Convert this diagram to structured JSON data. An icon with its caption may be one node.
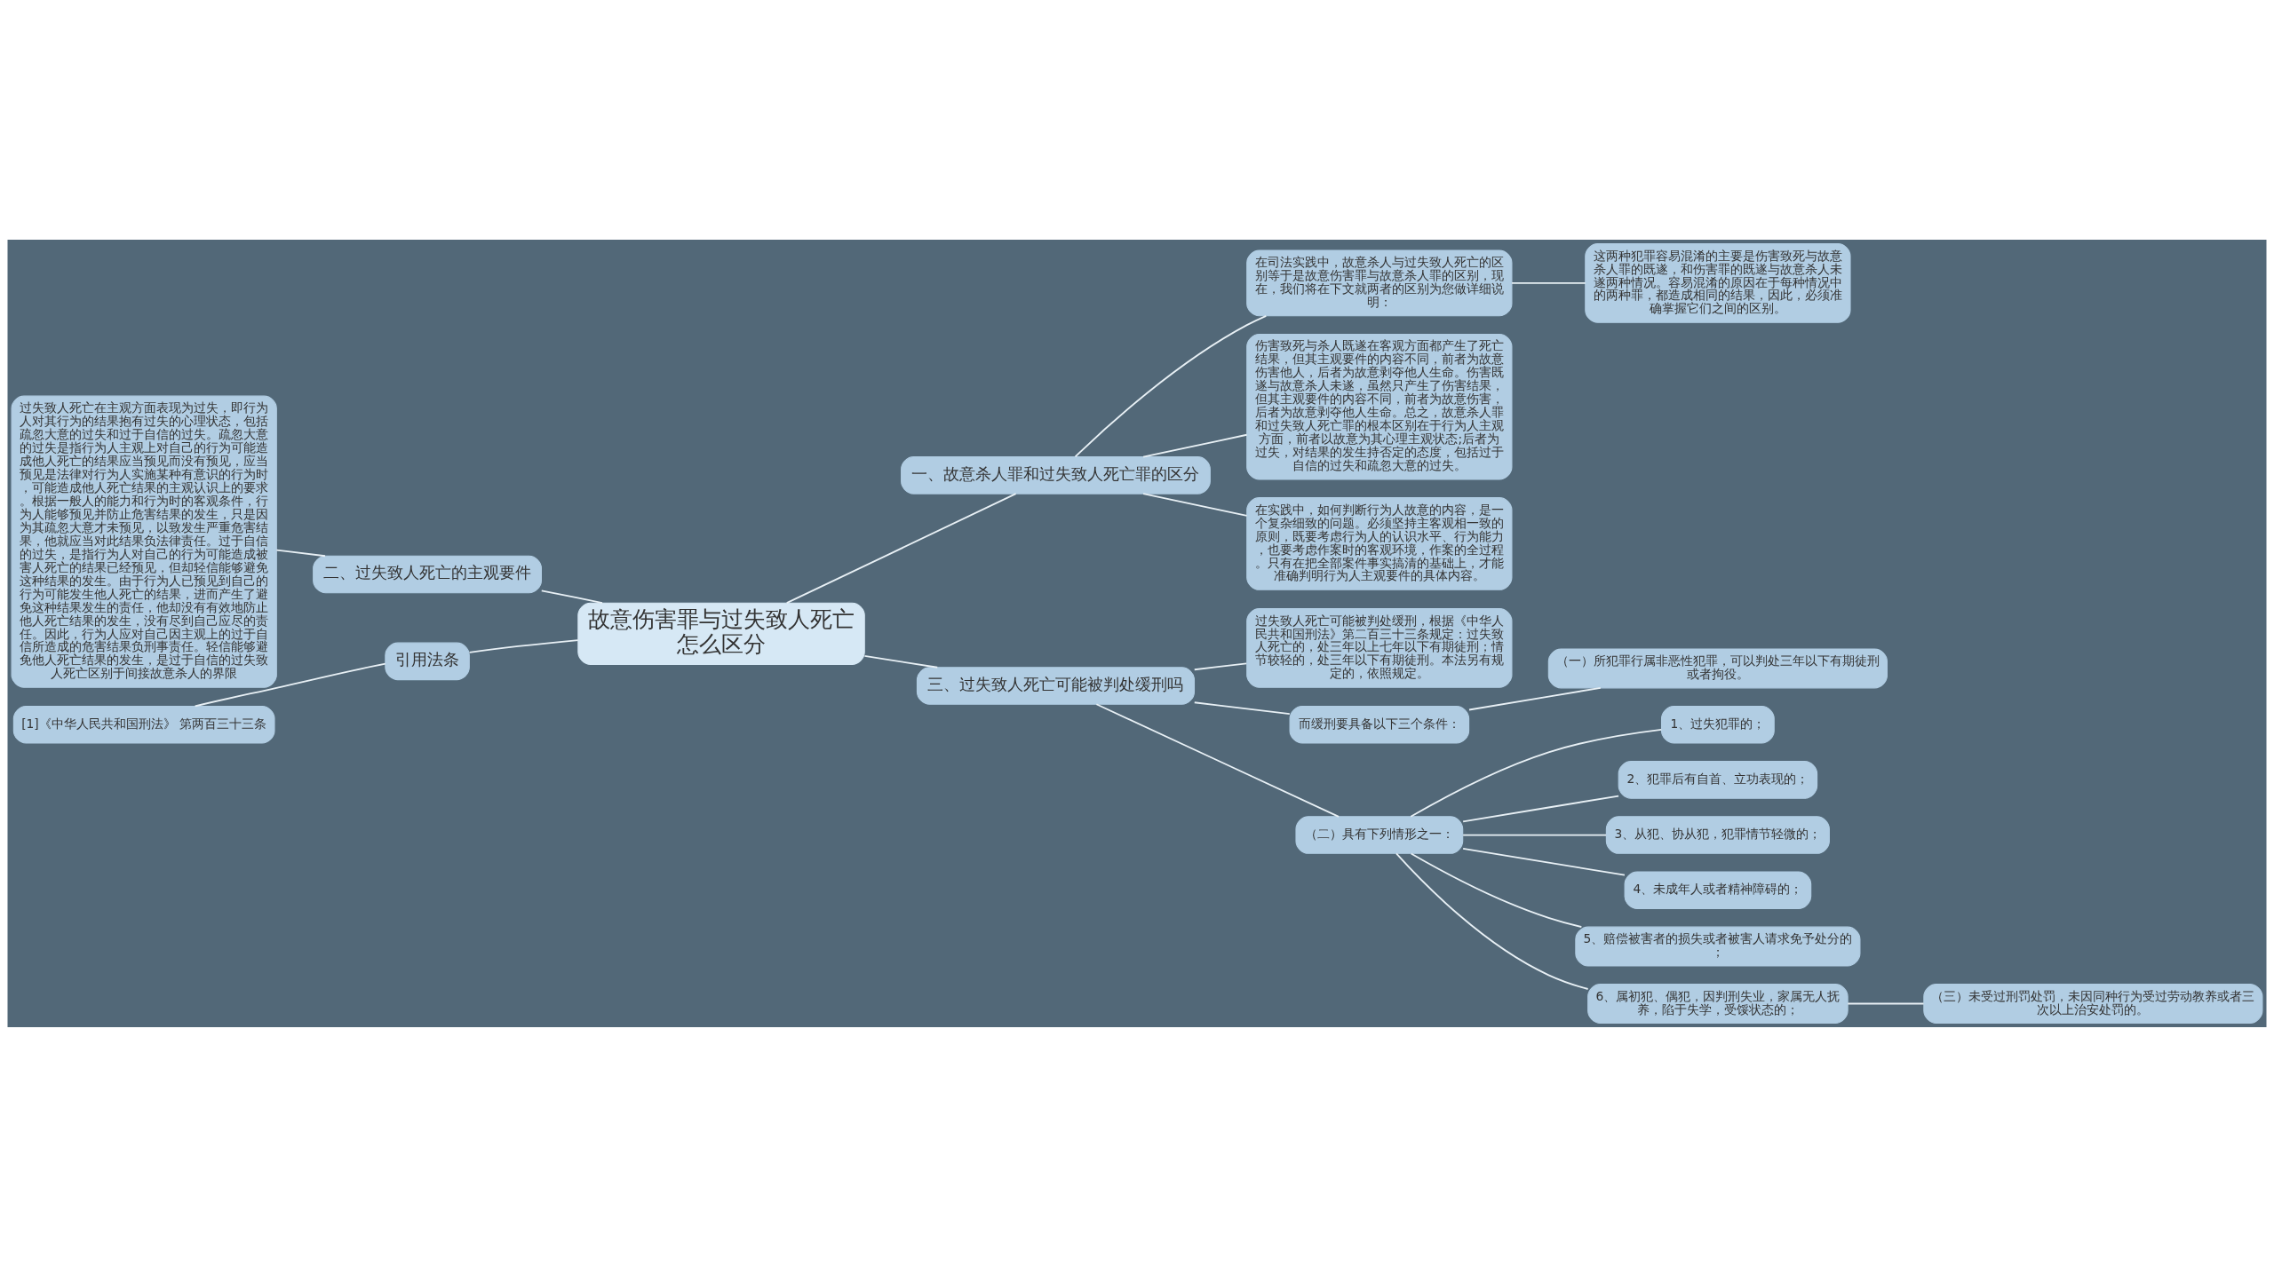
{
  "diagram": {
    "nodes": [
      {
        "text": [
          "故意伤害罪与过失致人死亡怎么区分"
        ]
      },
      {
        "text": [
          "一、故意杀人罪和过失致人死亡罪的区分"
        ]
      },
      {
        "text": [
          "在司法实践中，故意杀人与过失致人死亡的区别等于是故意伤害罪与故意杀人罪的区别，现在，我们将在下文就两者的区别为您做详细说明："
        ]
      },
      {
        "text": [
          "这两种犯罪容易混淆的主要是伤害致死与故意杀人罪的既遂，和伤害罪的既遂与故意杀人未遂两种情况。容易混淆的原因在于每种情况中的两种罪，都造成相同的结果，因此，必须准确掌握它们之间的区别。"
        ]
      },
      {
        "text": [
          "伤害致死与杀人既遂在客观方面都产生了死亡结果，但其主观要件的内容不同，前者为故意伤害他人，后者为故意剥夺他人生命。伤害既遂与故意杀人未遂，虽然只产生了伤害结果，但其主观要件的内容不同，前者为故意伤害，后者为故意剥夺他人生命。总之，故意杀人罪和过失致人死亡罪的根本区别在于行为人主观方面，前者以故意为其心理主观状态;后者为过失，对结果的发生持否定的态度，包括过于自信的过失和疏忽大意的过失。"
        ]
      },
      {
        "text": [
          "在实践中，如何判断行为人故意的内容，是一个复杂细致的问题。必须坚持主客观相一致的原则，既要考虑行为人的认识水平、行为能力，也要考虑作案时的客观环境，作案的全过程。只有在把全部案件事实搞清的基础上，才能准确判明行为人主观要件的具体内容。"
        ]
      },
      {
        "text": [
          "三、过失致人死亡可能被判处缓刑吗"
        ]
      },
      {
        "text": [
          "过失致人死亡可能被判处缓刑，根据《中华人民共和国刑法》第二百三十三条规定：过失致人死亡的，处三年以上七年以下有期徒刑；情节较轻的，处三年以下有期徒刑。本法另有规定的，依照规定。"
        ]
      },
      {
        "text": [
          "而缓刑要具备以下三个条件："
        ]
      },
      {
        "text": [
          "（一）所犯罪行属非恶性犯罪，可以判处三年以下有期徒刑或者拘役。"
        ]
      },
      {
        "text": [
          "（二）具有下列情形之一："
        ]
      },
      {
        "text": [
          "1、过失犯罪的；"
        ]
      },
      {
        "text": [
          "2、犯罪后有自首、立功表现的；"
        ]
      },
      {
        "text": [
          "3、从犯、协从犯，犯罪情节轻微的；"
        ]
      },
      {
        "text": [
          "4、未成年人或者精神障碍的；"
        ]
      },
      {
        "text": [
          "5、赔偿被害者的损失或者被害人请求免予处分的；"
        ]
      },
      {
        "text": [
          "6、属初犯、偶犯，因判刑失业，家属无人抚养，陷于失学，受馁状态的；"
        ]
      },
      {
        "text": [
          "（三）未受过刑罚处罚，未因同种行为受过劳动教养或者三次以上治安处罚的。"
        ]
      },
      {
        "text": [
          "二、过失致人死亡的主观要件"
        ]
      },
      {
        "text": [
          "过失致人死亡在主观方面表现为过失，即行为人对其行为的结果抱有过失的心理状态，包括疏忽大意的过失和过于自信的过失。疏忽大意的过失是指行为人主观上对自己的行为可能造成他人死亡的结果应当预见而没有预见，应当预见是法律对行为人实施某种有意识的行为时，可能造成他人死亡结果的主观认识上的要求。根据一般人的能力和行为时的客观条件，行为人能够预见并防止危害结果的发生，只是因为其疏忽大意才未预见，以致发生严重危害结果，他就应当对此结果负法律责任。过于自信的过失，是指行为人对自己的行为可能造成被害人死亡的结果已经预见，但却轻信能够避免这种结果的发生。由于行为人已预见到自己的行为可能发生他人死亡的结果，进而产生了避免这种结果发生的责任，他却没有有效地防止他人死亡结果的发生，没有尽到自己应尽的责任。因此，行为人应对自己因主观上的过于自信所造成的危害结果负刑事责任。轻信能够避免他人死亡结果的发生，是过于自信的过失致人死亡区别于间接故意杀人的界限"
        ]
      },
      {
        "text": [
          "引用法条"
        ]
      },
      {
        "text": [
          "[1]《中华人民共和国刑法》 第两百三十三条"
        ]
      }
    ],
    "edges": [
      {
        "from": 0,
        "to": 1,
        "arrow": "none"
      },
      {
        "from": 1,
        "to": 2,
        "arrow": "none"
      },
      {
        "from": 2,
        "to": 3,
        "arrow": "none"
      },
      {
        "from": 1,
        "to": 4,
        "arrow": "none"
      },
      {
        "from": 1,
        "to": 5,
        "arrow": "none"
      },
      {
        "from": 0,
        "to": 6,
        "arrow": "none"
      },
      {
        "from": 6,
        "to": 7,
        "arrow": "none"
      },
      {
        "from": 6,
        "to": 8,
        "arrow": "none"
      },
      {
        "from": 8,
        "to": 9,
        "arrow": "none"
      },
      {
        "from": 6,
        "to": 10,
        "arrow": "none"
      },
      {
        "from": 10,
        "to": 11,
        "arrow": "none"
      },
      {
        "from": 10,
        "to": 12,
        "arrow": "none"
      },
      {
        "from": 10,
        "to": 13,
        "arrow": "none"
      },
      {
        "from": 10,
        "to": 14,
        "arrow": "none"
      },
      {
        "from": 10,
        "to": 15,
        "arrow": "none"
      },
      {
        "from": 10,
        "to": 16,
        "arrow": "none"
      },
      {
        "from": 16,
        "to": 17,
        "arrow": "none"
      },
      {
        "from": 0,
        "to": 18,
        "arrow": "none"
      },
      {
        "from": 18,
        "to": 19,
        "arrow": "none"
      },
      {
        "from": 0,
        "to": 20,
        "arrow": "none"
      },
      {
        "from": 20,
        "to": 21,
        "arrow": "none"
      }
    ]
  }
}
